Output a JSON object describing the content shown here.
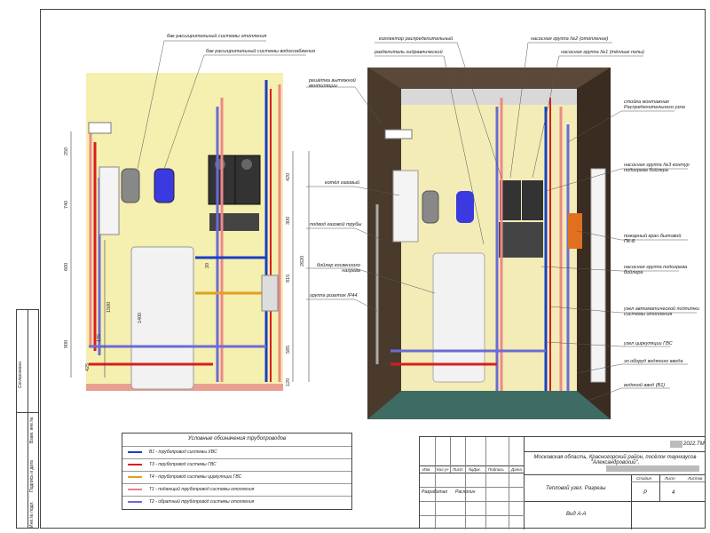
{
  "left_labels": {
    "expansion_heating": "бак расширительный системы отопления",
    "expansion_water": "бак расширительный системы водоснабжения"
  },
  "left_dims": [
    "250",
    "740",
    "600",
    "900",
    "425",
    "175",
    "1500",
    "1400",
    "20",
    "2620",
    "815",
    "300",
    "420",
    "585",
    "120"
  ],
  "right_labels": {
    "collector": "коллектор распределительный",
    "separator": "разделитель гидравлический",
    "pump2": "насосная группа №2 (отопление)",
    "pump1": "насосная группа №1 (тёплые полы)",
    "grille": "решётка вытяжной вентиляции",
    "boiler": "котёл газовый",
    "gas_pipe": "подвод газовой трубы",
    "indirect": "бойлер косвенного нагрева",
    "socket": "группа розеток IP44",
    "rack": "стойка монтажная Распределительного узла",
    "pump3": "насосная группа №3 контур подогрева бойлера",
    "fire": "пожарный кран бытовой ПК-Б",
    "pump_boiler": "насосная группа подогрева бойлера",
    "autofill": "узел автоматической подпитки системы отопления",
    "dhw_circ": "узел циркуляции ГВС",
    "entry_equip": "эл.оборуд водяного ввода",
    "water_in": "водяной ввод (В1)"
  },
  "stamp": {
    "agreed": "Согласовано",
    "inv": "Инв.№ подл.",
    "sign": "Подпись и дата",
    "replace": "Взам. инв.№"
  },
  "legend": {
    "title": "Условные обозначения трубопроводов",
    "rows": [
      {
        "color": "#1a3fc4",
        "text": "В1 - трубопровод системы ХВС"
      },
      {
        "color": "#d81e1e",
        "text": "Т3 - трубопровод системы ГВС"
      },
      {
        "color": "#e0a020",
        "text": "Т4 - трубопровод системы циркуляции ГВС"
      },
      {
        "color": "#f08080",
        "text": "Т1 - подающий трубопровод системы отопления"
      },
      {
        "color": "#6b6bd6",
        "text": "Т2 - обратный трубопровод системы отопления"
      }
    ]
  },
  "title_block": {
    "code": "2022.ТМ",
    "address": "Московская область, Красногорский район, посёлок таунхаусов \"Александровский\",",
    "headers": [
      "Изм.",
      "Кол.уч",
      "Лист",
      "№Док.",
      "Подпись",
      "Дата"
    ],
    "developed": "Разработал",
    "developer": "Распопин",
    "drawing_title": "Тепловой узел. Разрезы",
    "view": "Вид А-А",
    "stage_label": "Стадия",
    "sheet_label": "Лист",
    "sheets_label": "Листов",
    "stage": "Р",
    "sheet": "4"
  }
}
